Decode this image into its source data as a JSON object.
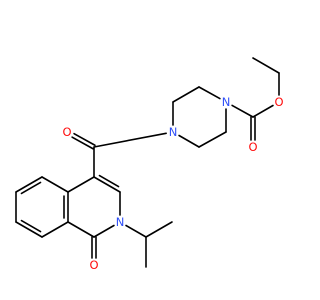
{
  "colors": {
    "background": "#ffffff",
    "bond": "#000000",
    "oxygen": "#ff0d0d",
    "nitrogen": "#3050f8"
  },
  "atoms": [
    {
      "id": "O_ester",
      "symbol": "O",
      "element": "oxygen"
    },
    {
      "id": "O_carbamate",
      "symbol": "O",
      "element": "oxygen"
    },
    {
      "id": "N_pip1",
      "symbol": "N",
      "element": "nitrogen"
    },
    {
      "id": "O_amide",
      "symbol": "O",
      "element": "oxygen"
    },
    {
      "id": "N_pip4",
      "symbol": "N",
      "element": "nitrogen"
    },
    {
      "id": "N_ring",
      "symbol": "N",
      "element": "nitrogen"
    },
    {
      "id": "O_lactam",
      "symbol": "O",
      "element": "oxygen"
    }
  ]
}
